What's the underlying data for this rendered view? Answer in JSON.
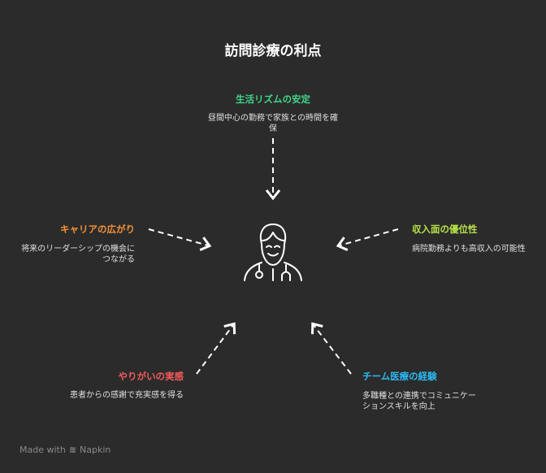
{
  "title": "訪問診療の利点",
  "center_icon": "doctor-icon",
  "benefits": [
    {
      "title": "生活リズムの安定",
      "desc": "昼間中心の勤務で家族との時間を確保",
      "color": "#3fd68a"
    },
    {
      "title": "キャリアの広がり",
      "desc": "将来のリーダーシップの機会につながる",
      "color": "#f7933a"
    },
    {
      "title": "収入面の優位性",
      "desc": "病院勤務よりも高収入の可能性",
      "color": "#b6e046"
    },
    {
      "title": "やりがいの実感",
      "desc": "患者からの感謝で充実感を得る",
      "color": "#f25a5a"
    },
    {
      "title": "チーム医療の経験",
      "desc": "多職種との連携でコミュニケーションスキルを向上",
      "color": "#2bb8f2"
    }
  ],
  "footer": {
    "made_with": "Made with",
    "brand": "Napkin"
  }
}
